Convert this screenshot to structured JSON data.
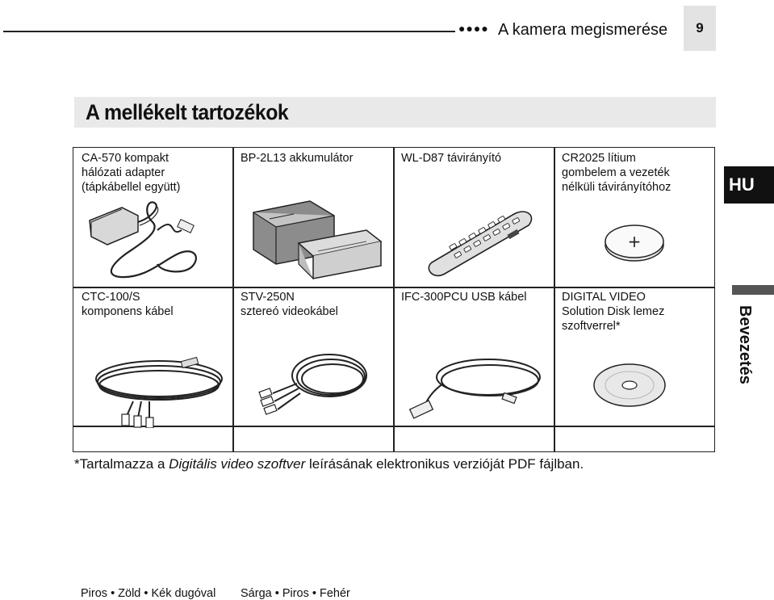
{
  "header": {
    "bullets": "●●●●",
    "title": "A kamera megismerése",
    "page_number": "9"
  },
  "section": {
    "title": "A mellékelt tartozékok"
  },
  "items": [
    {
      "label": "CA-570 kompakt\nhálózati adapter\n(tápkábellel együtt)",
      "icon": "power-adapter-icon"
    },
    {
      "label": "BP-2L13 akkumulátor",
      "icon": "battery-pack-icon"
    },
    {
      "label": "WL-D87 távirányító",
      "icon": "remote-control-icon"
    },
    {
      "label": "CR2025 lítium\ngombelem a vezeték\nnélküli távirányítóhoz",
      "icon": "coin-battery-icon"
    },
    {
      "label": "CTC-100/S\nkomponens kábel",
      "icon": "component-cable-icon",
      "note": "Piros • Zöld • Kék dugóval"
    },
    {
      "label": "STV-250N\nsztereó videokábel",
      "icon": "stereo-cable-icon",
      "note": "Sárga • Piros • Fehér"
    },
    {
      "label": "IFC-300PCU USB kábel",
      "icon": "usb-cable-icon"
    },
    {
      "label": "DIGITAL VIDEO\nSolution Disk lemez\nszoftverrel*",
      "icon": "cd-disk-icon"
    }
  ],
  "coin_symbol": "+",
  "side": {
    "language": "HU",
    "tab_label": "Bevezetés"
  },
  "footnote": {
    "prefix": "*Tartalmazza a ",
    "italic": "Digitális video szoftver",
    "suffix": " leírásának elektronikus verzióját PDF fájlban."
  }
}
